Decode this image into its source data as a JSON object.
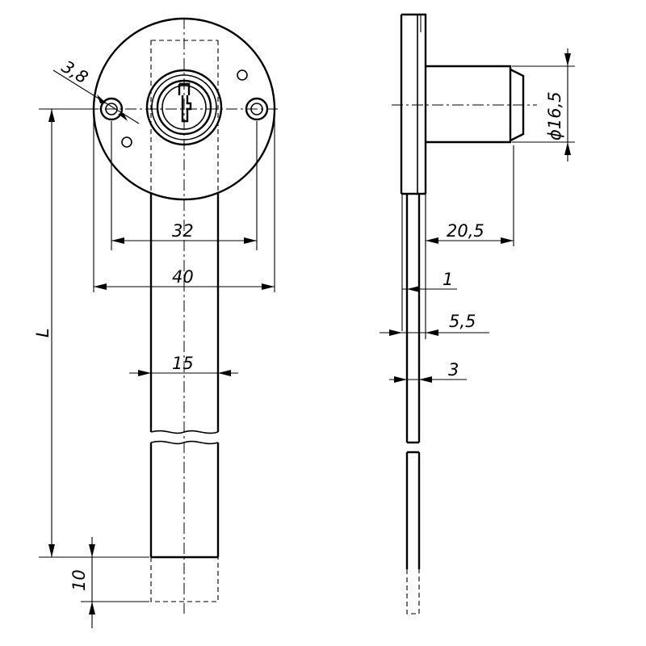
{
  "drawing": {
    "front_view": {
      "dim_hole_diameter": "3,8",
      "dim_hole_spacing": "32",
      "dim_flange_width": "40",
      "dim_bar_width": "15",
      "dim_length": "L",
      "dim_tip": "10"
    },
    "side_view": {
      "dim_cylinder_diameter": "ϕ16,5",
      "dim_cylinder_length": "20,5",
      "dim_plate_thickness": "1",
      "dim_total_thickness": "5,5",
      "dim_bar_thickness": "3"
    }
  }
}
